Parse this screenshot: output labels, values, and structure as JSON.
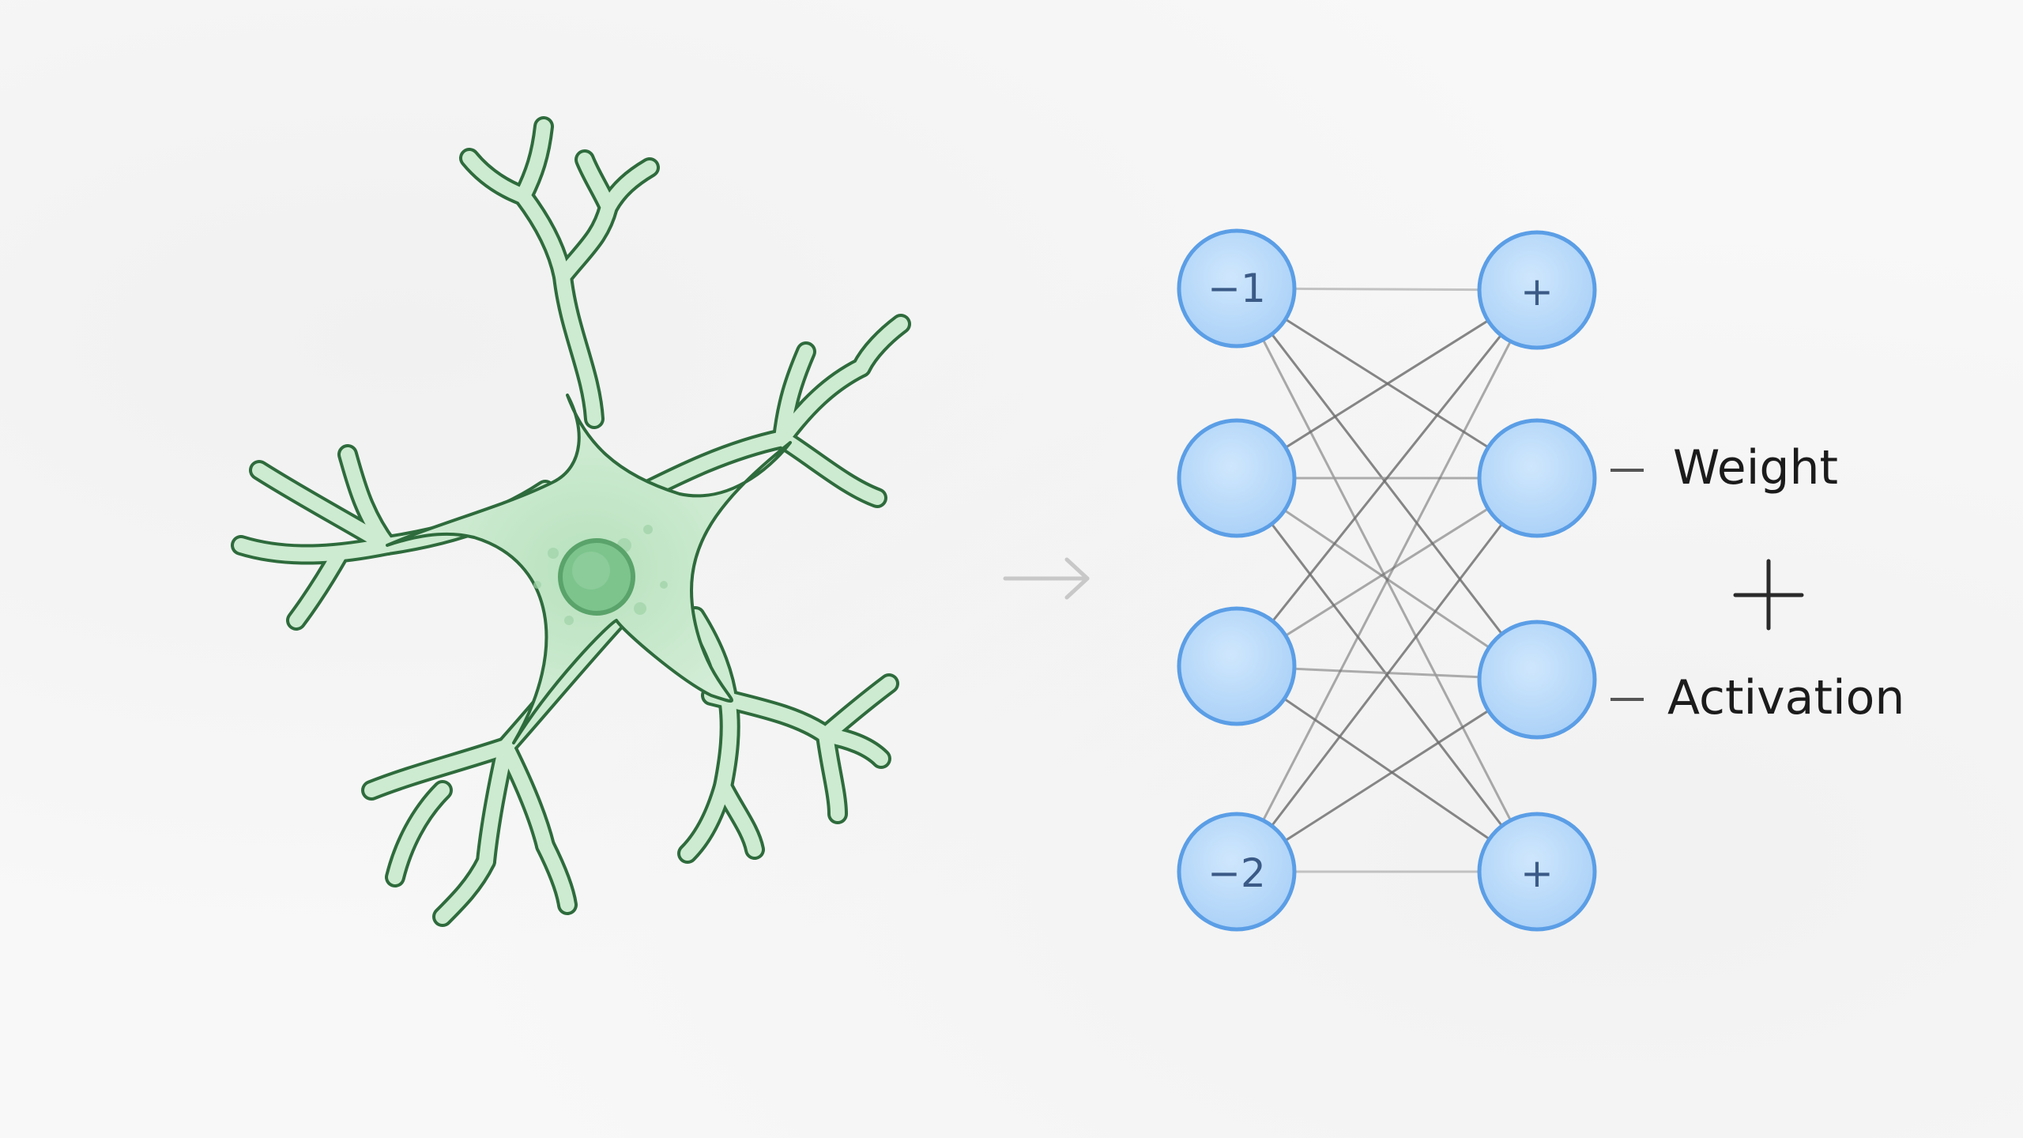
{
  "diagram": {
    "input_nodes": [
      {
        "label": "−1"
      },
      {
        "label": ""
      },
      {
        "label": ""
      },
      {
        "label": "−2"
      }
    ],
    "output_nodes": [
      {
        "label": "+"
      },
      {
        "label": ""
      },
      {
        "label": ""
      },
      {
        "label": "+"
      }
    ],
    "annotations": {
      "weight": "Weight",
      "plus": "+",
      "activation": "Activation"
    },
    "colors": {
      "neuron_fill": "#cdebd0",
      "neuron_stroke": "#2e6b3c",
      "nucleus": "#7cc48c",
      "node_fill": "#bcdcfa",
      "node_stroke": "#5b9ee6",
      "edge": "#6a6a6a",
      "arrow": "#c8c8c8"
    }
  }
}
